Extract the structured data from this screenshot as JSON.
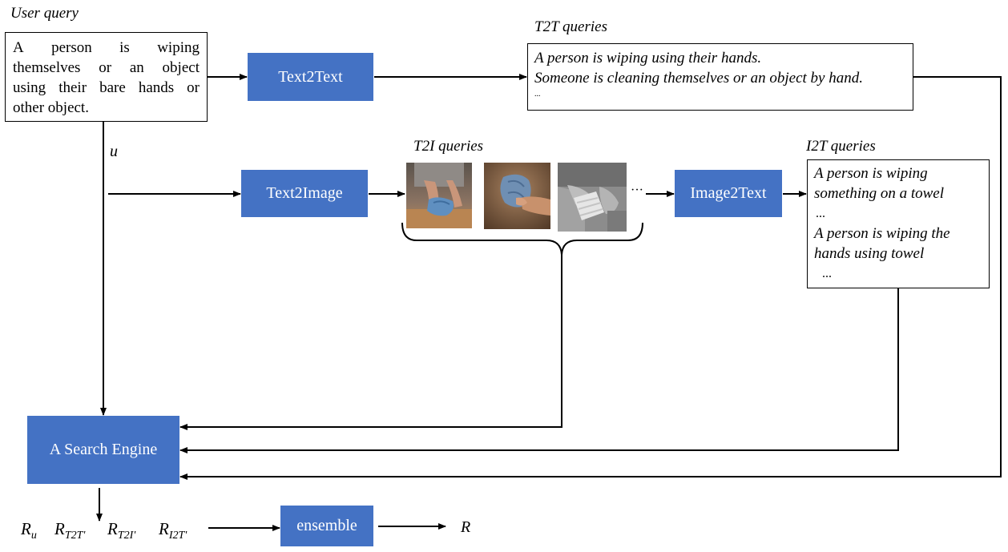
{
  "user_query": {
    "label": "User query",
    "line_words": [
      [
        "A",
        "person",
        "is",
        "wiping"
      ],
      [
        "themselves",
        "or",
        "an",
        "object"
      ],
      [
        "using",
        "their",
        "bare",
        "hands",
        "or"
      ]
    ],
    "last_line": "other object."
  },
  "u_label": "u",
  "boxes": {
    "text2text": "Text2Text",
    "text2image": "Text2Image",
    "image2text": "Image2Text",
    "search_engine": "A Search Engine",
    "ensemble": "ensemble"
  },
  "t2t": {
    "label": "T2T queries",
    "lines": [
      "A person is wiping using their hands.",
      "Someone is cleaning themselves or an object by hand."
    ],
    "ellipsis": "..."
  },
  "t2i": {
    "label": "T2I queries",
    "ellipsis": "···"
  },
  "i2t": {
    "label": "I2T queries",
    "lines": [
      "A person is wiping",
      "something on a towel",
      "...",
      "A person is wiping the",
      "hands using towel",
      "..."
    ]
  },
  "results": {
    "symbol": "R",
    "subscripts": [
      "u",
      "T2T'",
      "T2I'",
      "I2T'"
    ],
    "final": "R"
  },
  "colors": {
    "box_fill": "#4472c4",
    "box_text": "#ffffff",
    "line": "#000000"
  }
}
